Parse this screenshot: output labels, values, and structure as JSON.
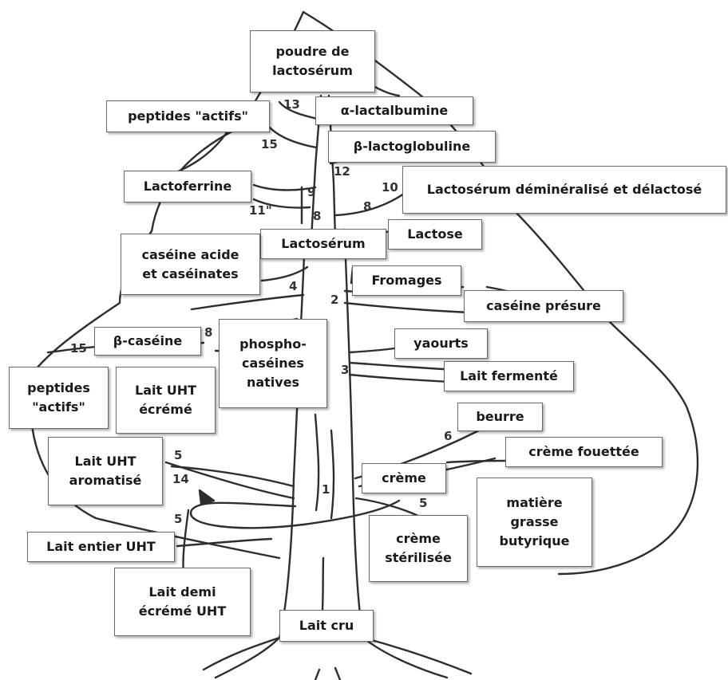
{
  "labels": {
    "poudre_lactoserum": "poudre de\nlactosérum",
    "alpha_lactalbumine": "α-lactalbumine",
    "peptides_actifs_top": "peptides \"actifs\"",
    "beta_lactoglobuline": "β-lactoglobuline",
    "lactoferrine": "Lactoferrine",
    "lactoserum_demin": "Lactosérum déminéralisé et délactosé",
    "lactoserum": "Lactosérum",
    "lactose": "Lactose",
    "caseine_acide": "caséine acide\net caséinates",
    "fromages": "Fromages",
    "caseine_presure": "caséine présure",
    "beta_caseine": "β-caséine",
    "phospho_caseines": "phospho-\ncaséines\nnatives",
    "yaourts": "yaourts",
    "lait_fermente": "Lait fermenté",
    "peptides_actifs_bottom": "peptides\n\"actifs\"",
    "lait_uht_ecreme": "Lait UHT\nécrémé",
    "beurre": "beurre",
    "lait_uht_aromatise": "Lait UHT\naromatisé",
    "creme_fouettee": "crème fouettée",
    "creme": "crème",
    "matiere_grasse": "matière\ngrasse\nbutyrique",
    "creme_sterilisee": "crème\nstérilisée",
    "lait_entier_uht": "Lait entier UHT",
    "lait_demi_ecreme": "Lait demi\nécrémé UHT",
    "lait_cru": "Lait cru"
  },
  "numbers": {
    "n13": "13",
    "n15a": "15",
    "n12": "12",
    "n9": "9",
    "n10": "10",
    "n11": "11\"",
    "n8a": "8",
    "n8b": "8",
    "n4": "4",
    "n2": "2",
    "n8c": "8",
    "n15b": "15",
    "n3": "3",
    "n6": "6",
    "n5a": "5",
    "n14": "14",
    "n1": "1",
    "n5b": "5",
    "n5c": "5"
  }
}
